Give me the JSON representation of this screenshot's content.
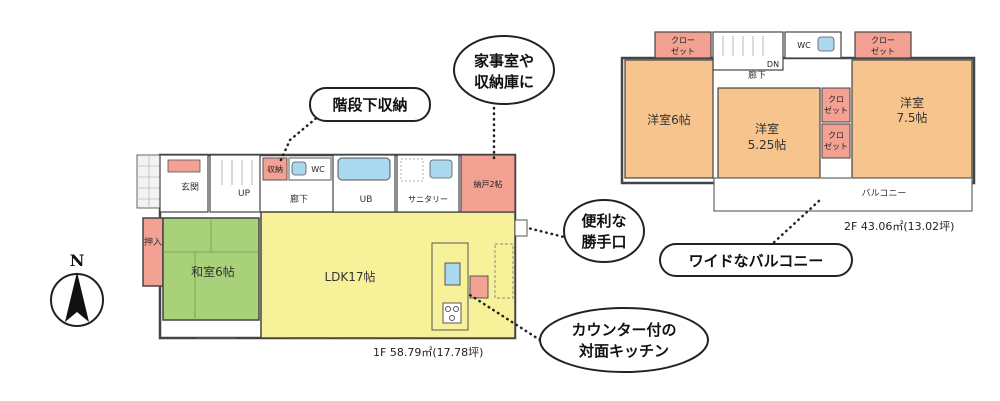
{
  "floor1": {
    "area_label": "1F 58.79㎡(17.78坪)",
    "rooms": {
      "ldk": "LDK17帖",
      "washitsu": "和室6帖",
      "oshiire": "押入",
      "genkan": "玄関",
      "shuno": "収納",
      "wc": "WC",
      "ub": "UB",
      "rouka": "廊下",
      "sanitary": "サニタリー",
      "nando": "納戸2帖",
      "up": "UP"
    }
  },
  "floor2": {
    "area_label": "2F 43.06㎡(13.02坪)",
    "rooms": {
      "yoshitsu_a": "洋室6帖",
      "yoshitsu_b_line1": "洋室",
      "yoshitsu_b_line2": "5.25帖",
      "yoshitsu_c_line1": "洋室",
      "yoshitsu_c_line2": "7.5帖",
      "closet_line1": "クロー",
      "closet_line2": "ゼット",
      "closet_small_line1": "クロ",
      "closet_small_line2": "ゼット",
      "wc": "WC",
      "dn": "DN",
      "rouka": "廊下",
      "balcony": "バルコニー"
    }
  },
  "callouts": {
    "kaji_line1": "家事室や",
    "kaji_line2": "収納庫に",
    "kaidan": "階段下収納",
    "katteguchi_line1": "便利な",
    "katteguchi_line2": "勝手口",
    "counter_line1": "カウンター付の",
    "counter_line2": "対面キッチン",
    "balcony": "ワイドなバルコニー"
  },
  "compass": {
    "label": "N"
  },
  "colors": {
    "ldk": "#f7f29a",
    "washitsu": "#a9d17a",
    "yoshitsu": "#f6c48c",
    "storage": "#f2a193",
    "water": "#a9d8ef"
  }
}
